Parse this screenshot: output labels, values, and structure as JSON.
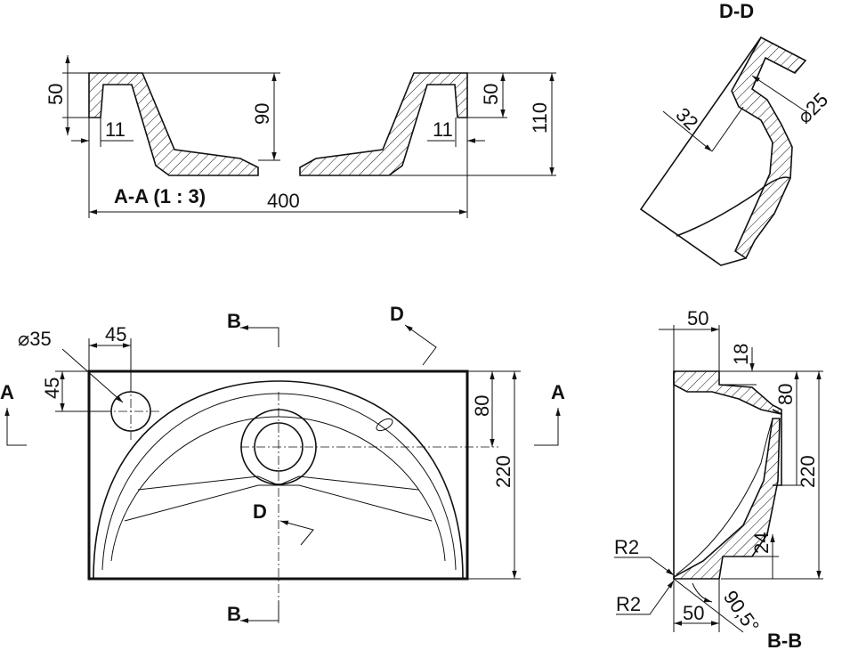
{
  "section_aa": {
    "title": "A-A  (1 : 3)",
    "dims": {
      "left_height": "50",
      "left_wall": "11",
      "inner_depth": "90",
      "right_wall": "11",
      "right_height": "50",
      "total_height": "110",
      "width": "400"
    }
  },
  "section_dd": {
    "title": "D-D",
    "dims": {
      "diameter": "⌀25",
      "depth": "32"
    }
  },
  "plan": {
    "overflow_diameter": "⌀35",
    "overflow_x": "45",
    "overflow_y": "45",
    "drain_offset": "80",
    "depth": "220",
    "markers": {
      "b_top": "B",
      "b_bottom": "B",
      "a_left": "A",
      "a_right": "A",
      "d_top": "D",
      "d_center": "D"
    }
  },
  "section_bb": {
    "title": "B-B",
    "dims": {
      "top_width": "50",
      "rim": "18",
      "drain_height": "80",
      "height": "220",
      "radius_top": "R2",
      "bottom_thickness": "24",
      "radius_bottom": "R2",
      "bottom_width": "50",
      "angle": "90,5°"
    }
  }
}
